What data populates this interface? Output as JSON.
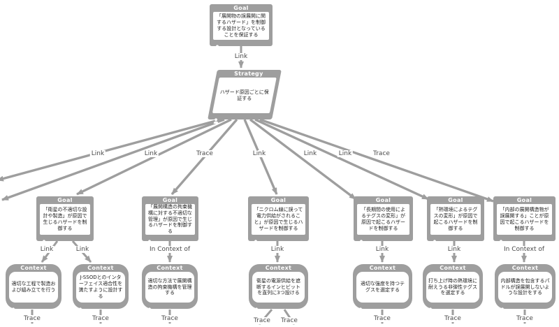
{
  "node_kinds": {
    "goal": "Goal",
    "strategy": "Strategy",
    "context": "Context"
  },
  "colors": {
    "node_gray": "#9e9e9e",
    "body_bg": "#ffffff",
    "text": "#1c1c1c",
    "edge_label": "#4a4a4a"
  },
  "nodes": {
    "g_top": {
      "kind": "Goal",
      "text": "「展開物の誤展開に関するハザード」を制御する設計となっていることを保証する"
    },
    "s1": {
      "kind": "Strategy",
      "text": "ハザード原因ごとに保証する"
    },
    "g1": {
      "kind": "Goal",
      "text": "「衛星の不適切な設計や製造」が原因で生じるハザードを制御する"
    },
    "g2": {
      "kind": "Goal",
      "text": "「展開構造の拘束機構に対する不適切な管理」が原因で生じるハザードを制御する"
    },
    "g3": {
      "kind": "Goal",
      "text": "「ニクロム線に誤って電力供給がされること」が原因で生じるハザードを制御する"
    },
    "g4": {
      "kind": "Goal",
      "text": "「長期間の使用によるテグスの変形」が原因で起こるハザードを制御する"
    },
    "g5": {
      "kind": "Goal",
      "text": "「熱環境によるテグスの変形」が原因で起こるハザードを制御する"
    },
    "g6": {
      "kind": "Goal",
      "text": "「内部の展開構造物が誤展開する」ことが原因で起こるハザードを制御する"
    },
    "c1": {
      "kind": "Context",
      "text": "適切な工程で製造および組み立てを行う"
    },
    "c2": {
      "kind": "Context",
      "text": "J-SSODとのインターフェイス適合性を満たすように設計する"
    },
    "c3": {
      "kind": "Context",
      "text": "適切な方法で展開構造の拘束機構を管理する"
    },
    "c4": {
      "kind": "Context",
      "text": "衛星の電源供給を遮断するインヒビットを直列に3つ設ける"
    },
    "c5": {
      "kind": "Context",
      "text": "適切な強度を持つテグスを選定する"
    },
    "c6": {
      "kind": "Context",
      "text": "打ち上げ時の熱環境に耐えうる非弾性テグスを選定する"
    },
    "c7": {
      "kind": "Context",
      "text": "内部構造を包含するパドルが誤展開しないような設計をする"
    }
  },
  "edges": [
    {
      "from": "goal-top",
      "to": "strategy",
      "label": "Link"
    },
    {
      "from": "strategy",
      "to": "offscreen-left-1",
      "label": ""
    },
    {
      "from": "strategy",
      "to": "offscreen-left-2",
      "label": "Link"
    },
    {
      "from": "strategy",
      "to": "goal-1",
      "label": "Link"
    },
    {
      "from": "strategy",
      "to": "goal-2",
      "label": "Trace"
    },
    {
      "from": "strategy",
      "to": "goal-3",
      "label": "Link"
    },
    {
      "from": "strategy",
      "to": "goal-4",
      "label": "Link"
    },
    {
      "from": "strategy",
      "to": "goal-5",
      "label": "Link"
    },
    {
      "from": "strategy",
      "to": "goal-6",
      "label": "Trace"
    },
    {
      "from": "goal-1",
      "to": "context-1",
      "label": "Link"
    },
    {
      "from": "goal-1",
      "to": "context-2",
      "label": "Link"
    },
    {
      "from": "goal-2",
      "to": "context-3",
      "label": "In Context of"
    },
    {
      "from": "goal-3",
      "to": "context-4",
      "label": "Link"
    },
    {
      "from": "goal-4",
      "to": "context-5",
      "label": "Link"
    },
    {
      "from": "goal-5",
      "to": "context-6",
      "label": "Link"
    },
    {
      "from": "goal-6",
      "to": "context-7",
      "label": "In Context of"
    },
    {
      "from": "context-1",
      "to": "offscreen-bottom",
      "label": "Trace"
    },
    {
      "from": "context-2",
      "to": "offscreen-bottom",
      "label": "Trace"
    },
    {
      "from": "context-3",
      "to": "offscreen-bottom",
      "label": "Trace"
    },
    {
      "from": "context-4",
      "to": "offscreen-bottom-left",
      "label": "Trace"
    },
    {
      "from": "context-4",
      "to": "offscreen-bottom-right",
      "label": "Trace"
    },
    {
      "from": "context-5",
      "to": "offscreen-bottom",
      "label": "Trace"
    },
    {
      "from": "context-6",
      "to": "offscreen-bottom",
      "label": "Trace"
    },
    {
      "from": "context-7",
      "to": "offscreen-bottom",
      "label": "Trace"
    }
  ]
}
